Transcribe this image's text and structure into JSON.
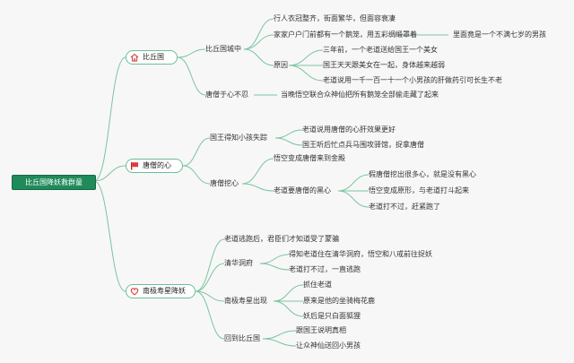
{
  "root": {
    "label": "比丘国降妖救群童"
  },
  "branches": [
    {
      "label": "比丘国",
      "icon": "house-icon",
      "children": [
        {
          "label": "比丘国城中",
          "children": [
            {
              "label": "行人衣冠整齐，街面繁华，但面容衰凄"
            },
            {
              "label": "家家户户门前都有一个鹅笼，用五彩绸缎罩着",
              "note": "里面竟是一个不满七岁的男孩"
            },
            {
              "label": "原因",
              "children": [
                {
                  "label": "三年前，一个老道送给国王一个美女"
                },
                {
                  "label": "国王天天跟美女在一起，身体越来越弱"
                },
                {
                  "label": "老道说用一千一百一十一个小男孩的肝做药引可长生不老"
                }
              ]
            }
          ]
        },
        {
          "label": "唐僧于心不忍",
          "note": "当晚悟空联合众神仙把所有鹅笼全部偷走藏了起来"
        }
      ]
    },
    {
      "label": "唐僧的心",
      "icon": "flag-icon",
      "children": [
        {
          "label": "国王得知小孩失踪",
          "children": [
            {
              "label": "老道说用唐僧的心肝效果更好"
            },
            {
              "label": "国王听后忙点兵马围攻驿馆，捉拿唐僧"
            }
          ]
        },
        {
          "label": "唐僧挖心",
          "children": [
            {
              "label": "悟空变成唐僧来到金殿"
            },
            {
              "label": "老道要唐僧的黑心",
              "children": [
                {
                  "label": "假唐僧挖出很多心，就是没有黑心"
                },
                {
                  "label": "悟空变成原形，与老道打斗起来"
                },
                {
                  "label": "老道打不过，赶紧跑了"
                }
              ]
            }
          ]
        }
      ]
    },
    {
      "label": "南极寿星降妖",
      "icon": "heart-icon",
      "children": [
        {
          "label": "老道逃跑后，君臣们才知道受了蒙骗"
        },
        {
          "label": "清华洞府",
          "children": [
            {
              "label": "得知老道住在清华洞府，悟空和八戒前往捉妖"
            },
            {
              "label": "老道打不过，一直逃跑"
            }
          ]
        },
        {
          "label": "南极寿星出现",
          "children": [
            {
              "label": "抓住老道"
            },
            {
              "label": "原来是他的坐骑梅花鹿"
            },
            {
              "label": "妖后是只白面狐狸"
            }
          ]
        },
        {
          "label": "回到比丘国",
          "children": [
            {
              "label": "跟国王说明真相"
            },
            {
              "label": "让众神仙送回小男孩"
            }
          ]
        }
      ]
    }
  ],
  "colors": {
    "root_fill": "#1f8a5a",
    "line": "#7cc4a0",
    "icon_red": "#e03a3a",
    "bg": "#f7f7f7"
  }
}
